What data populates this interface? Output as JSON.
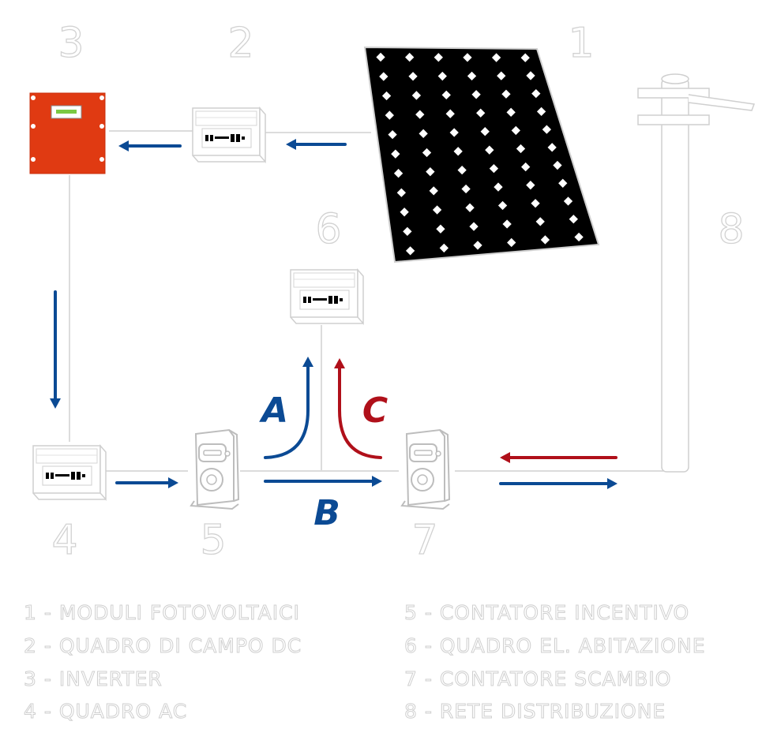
{
  "colors": {
    "flow_blue": "#0b4a94",
    "flow_red": "#b0101a",
    "inverter": "#e03a12",
    "panel": "#000000",
    "outline": "#cfcfcf"
  },
  "component_numbers": {
    "n1": "1",
    "n2": "2",
    "n3": "3",
    "n4": "4",
    "n5": "5",
    "n6": "6",
    "n7": "7",
    "n8": "8"
  },
  "flow_labels": {
    "a": "A",
    "b": "B",
    "c": "C"
  },
  "legend": [
    "1 - MODULI FOTOVOLTAICI",
    "2 - QUADRO  DI  CAMPO  DC",
    "3 - INVERTER",
    "4 - QUADRO AC",
    "5 - CONTATORE   INCENTIVO",
    "6 - QUADRO EL. ABITAZIONE",
    "7 - CONTATORE       SCAMBIO",
    "8 - RETE       DISTRIBUZIONE"
  ],
  "icons": {
    "panel": "solar-panel-icon",
    "inverter": "inverter-icon",
    "switchboard": "switchboard-icon",
    "meter": "electric-meter-icon",
    "pole": "utility-pole-icon"
  }
}
